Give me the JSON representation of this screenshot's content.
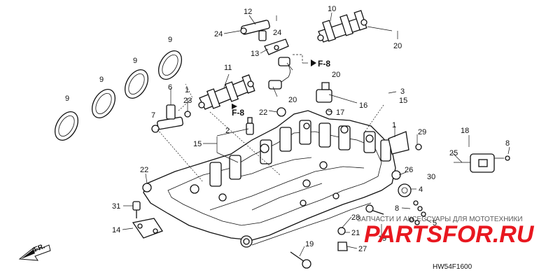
{
  "diagram": {
    "callouts": [
      {
        "id": "c1",
        "label": "12"
      },
      {
        "id": "c2",
        "label": "24"
      },
      {
        "id": "c3",
        "label": "24"
      },
      {
        "id": "c4",
        "label": "10"
      },
      {
        "id": "c5",
        "label": "20"
      },
      {
        "id": "c6",
        "label": "13"
      },
      {
        "id": "c7",
        "label": "20"
      },
      {
        "id": "c8",
        "label": "9"
      },
      {
        "id": "c9",
        "label": "9"
      },
      {
        "id": "c10",
        "label": "9"
      },
      {
        "id": "c11",
        "label": "9"
      },
      {
        "id": "c12",
        "label": "11"
      },
      {
        "id": "c13",
        "label": "6"
      },
      {
        "id": "c14",
        "label": "1"
      },
      {
        "id": "c15",
        "label": "7"
      },
      {
        "id": "c16",
        "label": "23"
      },
      {
        "id": "c17",
        "label": "20"
      },
      {
        "id": "c18",
        "label": "22"
      },
      {
        "id": "c19",
        "label": "3"
      },
      {
        "id": "c20",
        "label": "15"
      },
      {
        "id": "c21",
        "label": "16"
      },
      {
        "id": "c22",
        "label": "17"
      },
      {
        "id": "c23",
        "label": "2"
      },
      {
        "id": "c24",
        "label": "15"
      },
      {
        "id": "c25",
        "label": "1"
      },
      {
        "id": "c26",
        "label": "29"
      },
      {
        "id": "c27",
        "label": "18"
      },
      {
        "id": "c28",
        "label": "8"
      },
      {
        "id": "c29",
        "label": "25"
      },
      {
        "id": "c30",
        "label": "26"
      },
      {
        "id": "c31",
        "label": "30"
      },
      {
        "id": "c32",
        "label": "4"
      },
      {
        "id": "c33",
        "label": "22"
      },
      {
        "id": "c34",
        "label": "31"
      },
      {
        "id": "c35",
        "label": "14"
      },
      {
        "id": "c36",
        "label": "28"
      },
      {
        "id": "c37",
        "label": "8"
      },
      {
        "id": "c38",
        "label": "5"
      },
      {
        "id": "c39",
        "label": "21"
      },
      {
        "id": "c40",
        "label": "19"
      },
      {
        "id": "c41",
        "label": "27"
      },
      {
        "id": "c42",
        "label": "19"
      }
    ],
    "section_refs": [
      {
        "id": "r1",
        "label": "F-8"
      },
      {
        "id": "r2",
        "label": "F-8"
      }
    ],
    "direction_label": "FR.",
    "diagram_code": "HW54F1600"
  },
  "watermark": {
    "caption": "ЗАПЧАСТИ И АКСЕССУАРЫ ДЛЯ МОТОТЕХНИКИ",
    "logo": "PARTSFOR.RU",
    "color": "#e8171f"
  }
}
